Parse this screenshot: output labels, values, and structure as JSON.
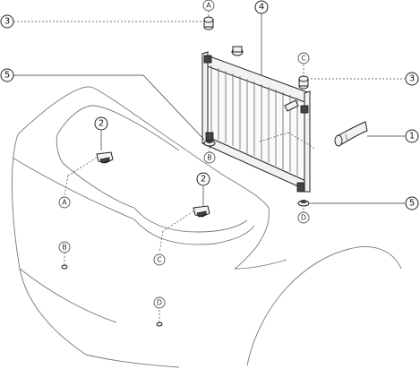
{
  "callouts": {
    "n1": "1",
    "n2a": "2",
    "n2b": "2",
    "n3a": "3",
    "n3b": "3",
    "n4": "4",
    "n5a": "5",
    "n5b": "5"
  },
  "refs": {
    "a_top": "A",
    "b_mid": "B",
    "c_right": "C",
    "d_right": "D",
    "a_body": "A",
    "c_body": "C",
    "b_body": "B",
    "d_body": "D"
  }
}
